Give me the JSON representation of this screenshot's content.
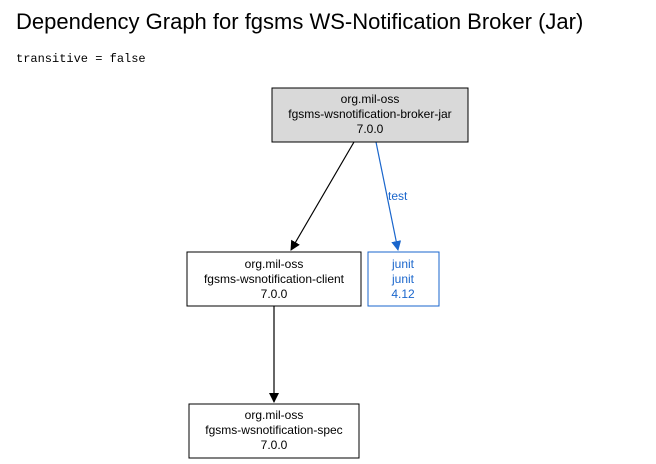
{
  "header": {
    "title": "Dependency Graph for fgsms WS-Notification Broker (Jar)",
    "subtitle": "transitive = false"
  },
  "colors": {
    "root_fill": "#d9d9d9",
    "test_scope": "#1a66cc",
    "default": "#000000"
  },
  "nodes": [
    {
      "id": "broker",
      "lines": [
        "org.mil-oss",
        "fgsms-wsnotification-broker-jar",
        "7.0.0"
      ],
      "root": true
    },
    {
      "id": "client",
      "lines": [
        "org.mil-oss",
        "fgsms-wsnotification-client",
        "7.0.0"
      ]
    },
    {
      "id": "junit",
      "lines": [
        "junit",
        "junit",
        "4.12"
      ],
      "scope": "test"
    },
    {
      "id": "spec",
      "lines": [
        "org.mil-oss",
        "fgsms-wsnotification-spec",
        "7.0.0"
      ]
    }
  ],
  "edges": [
    {
      "from": "broker",
      "to": "client",
      "label": ""
    },
    {
      "from": "broker",
      "to": "junit",
      "label": "test"
    },
    {
      "from": "client",
      "to": "spec",
      "label": ""
    }
  ]
}
